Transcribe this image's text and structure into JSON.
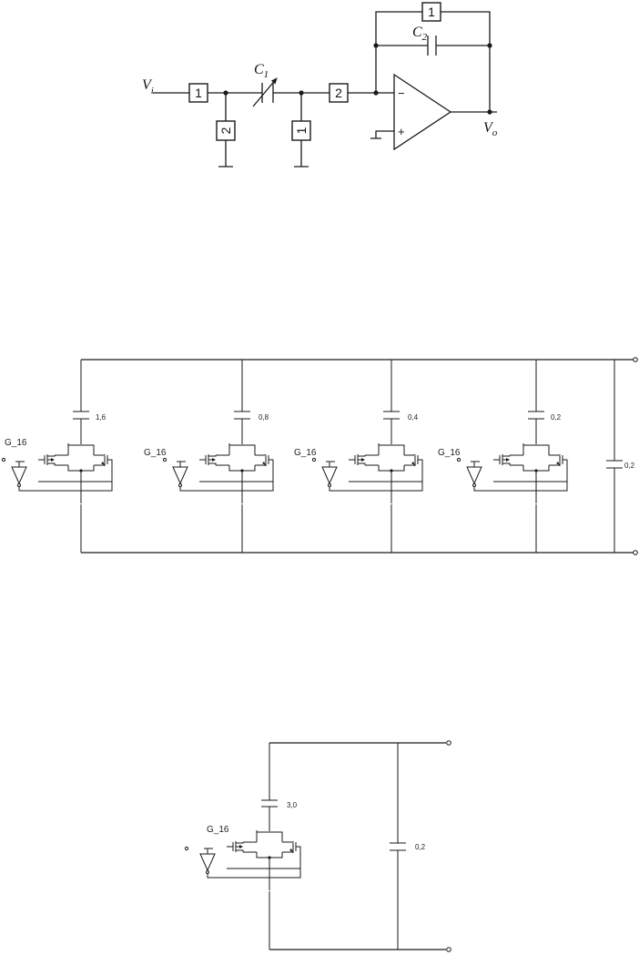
{
  "fig1": {
    "vi_main": "V",
    "vi_sub": "i",
    "vo_main": "V",
    "vo_sub": "o",
    "c1_main": "C",
    "c1_sub": "1",
    "c2_main": "C",
    "c2_sub": "2",
    "box_vi": "1",
    "box_shunt_left": "2",
    "box_shunt_right": "1",
    "box_series": "2",
    "box_feedback": "1",
    "opamp_minus": "−",
    "opamp_plus": "+"
  },
  "fig2": {
    "stages": [
      {
        "gate": "G_16",
        "cap": "1,6"
      },
      {
        "gate": "G_16",
        "cap": "0,8"
      },
      {
        "gate": "G_16",
        "cap": "0,4"
      },
      {
        "gate": "G_16",
        "cap": "0,2"
      }
    ],
    "shunt_cap": "0,2"
  },
  "fig3": {
    "gate": "G_16",
    "cap": "3,0",
    "shunt_cap": "0,2"
  }
}
